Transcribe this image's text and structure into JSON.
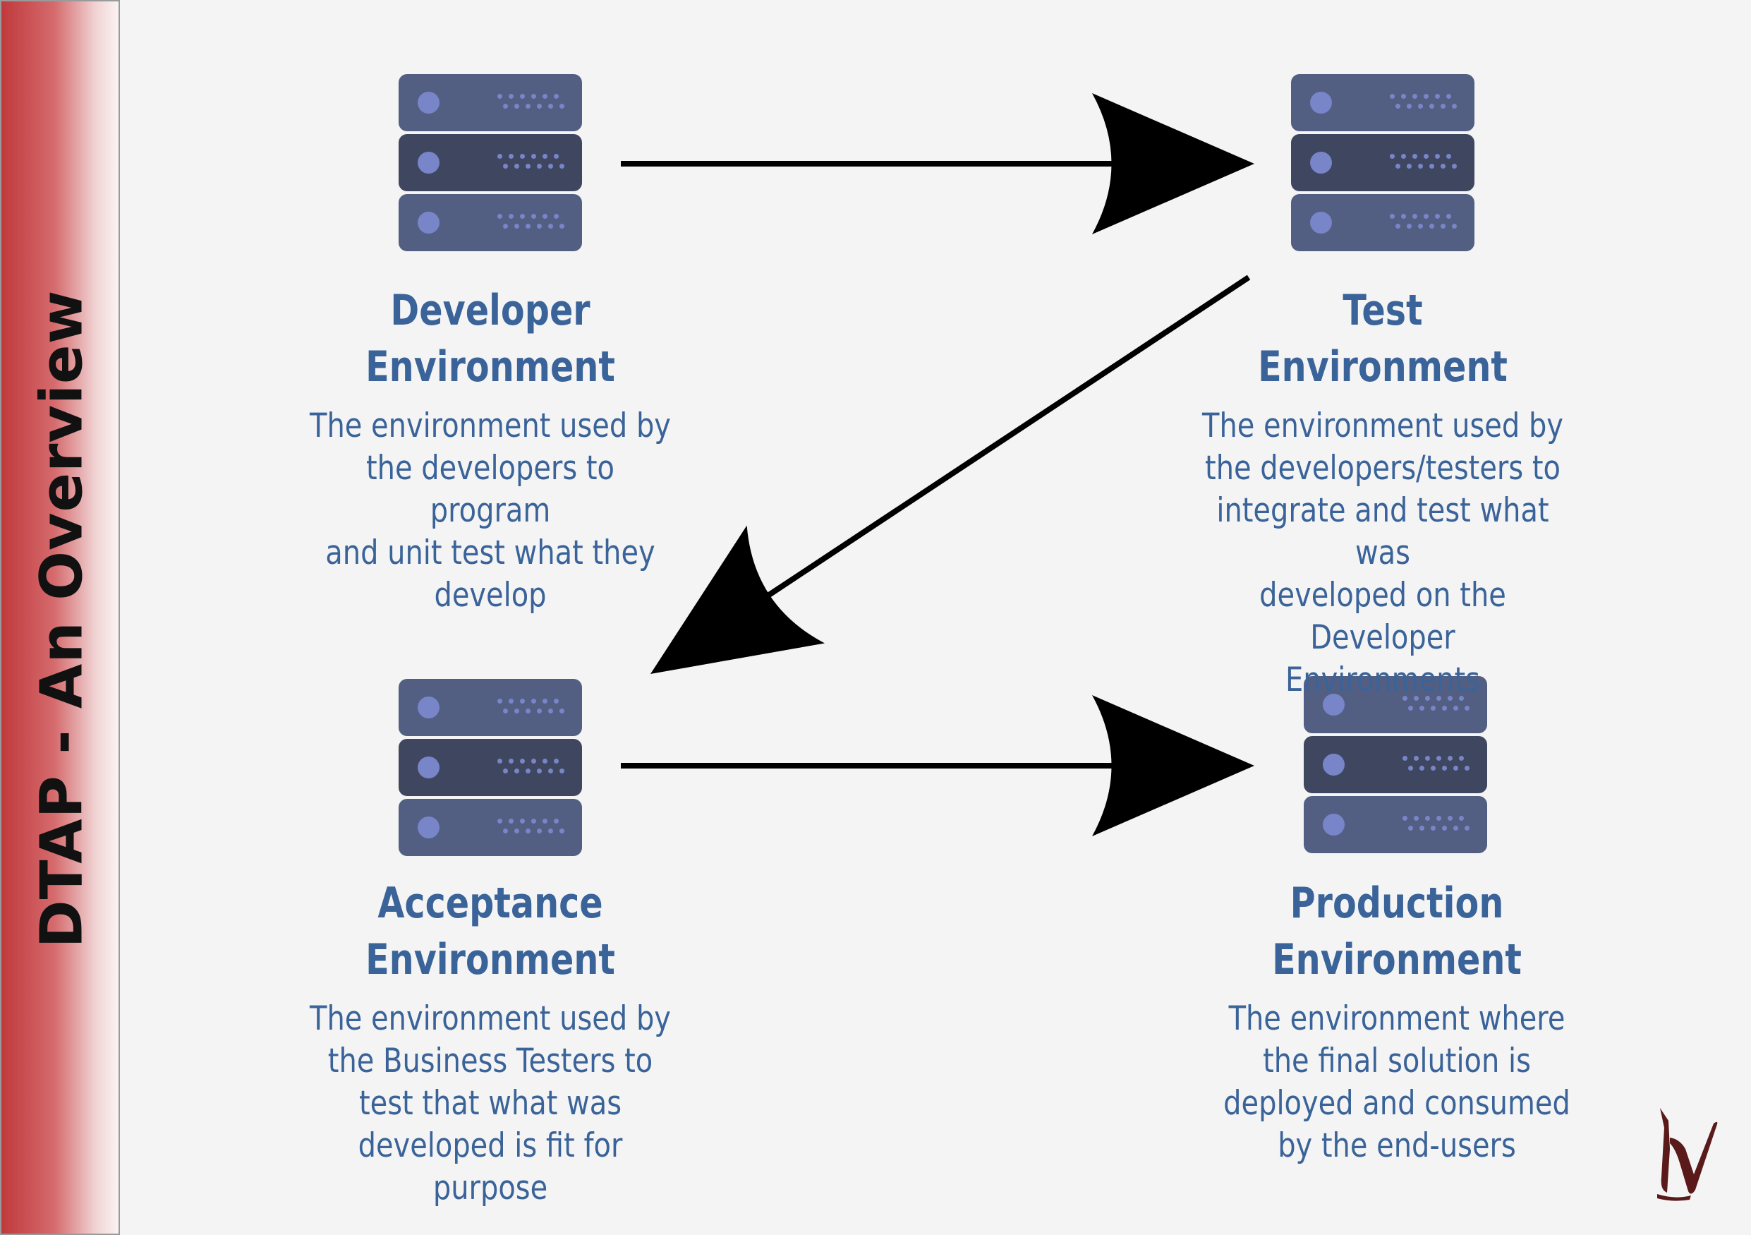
{
  "sidebar": {
    "title": "DTAP - An Overview"
  },
  "environments": [
    {
      "title_line1": "Developer",
      "title_line2": "Environment",
      "desc_lines": [
        "The environment used by",
        "the developers to program",
        "and unit test what they",
        "develop"
      ]
    },
    {
      "title_line1": "Test",
      "title_line2": "Environment",
      "desc_lines": [
        "The environment used by",
        "the developers/testers to",
        "integrate and test what was",
        "developed on the Developer",
        "Environments"
      ]
    },
    {
      "title_line1": "Acceptance",
      "title_line2": "Environment",
      "desc_lines": [
        "The environment used by",
        "the Business Testers to",
        "test that what was",
        "developed is fit for purpose"
      ]
    },
    {
      "title_line1": "Production",
      "title_line2": "Environment",
      "desc_lines": [
        "The environment where",
        "the final solution is",
        "deployed and consumed",
        "by the end-users"
      ]
    }
  ],
  "flow": [
    {
      "from": "Developer",
      "to": "Test"
    },
    {
      "from": "Test",
      "to": "Acceptance"
    },
    {
      "from": "Acceptance",
      "to": "Production"
    }
  ],
  "icons": {
    "server": "server-rack-icon",
    "logo": "brand-logo-icon"
  },
  "colors": {
    "title_text": "#3a6399",
    "server_light": "#535f82",
    "server_dark": "#3f4760",
    "server_accent": "#7885c8",
    "sidebar_red": "#c0393c",
    "arrow": "#000000",
    "logo": "#5a1a1a"
  }
}
